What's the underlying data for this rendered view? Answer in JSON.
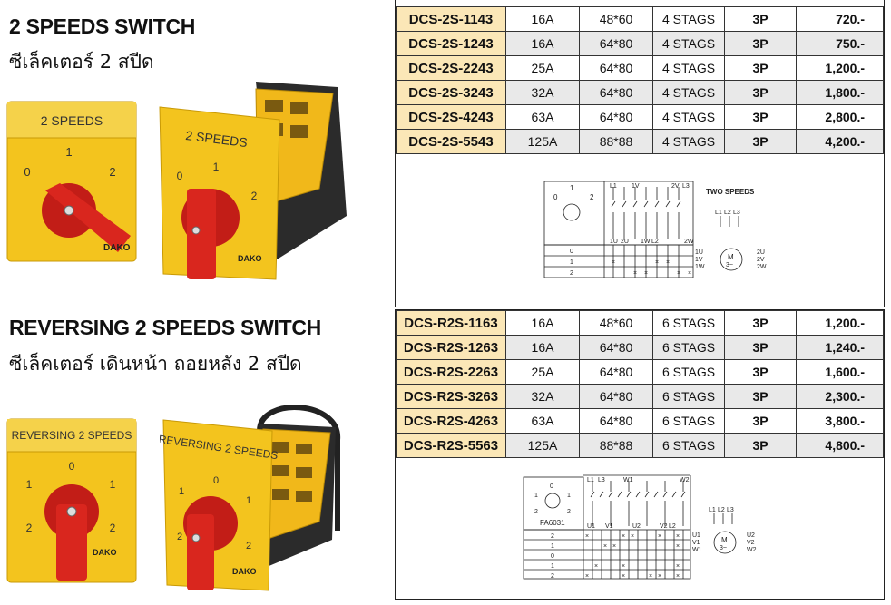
{
  "sections": [
    {
      "title_en": "2 SPEEDS SWITCH",
      "title_th": "ซีเล็คเตอร์ 2 สปีด",
      "products": [
        {
          "label": "2 SPEEDS",
          "positions": [
            "0",
            "1",
            "2"
          ],
          "brand": "DAKO"
        },
        {
          "label": "2 SPEEDS",
          "positions": [
            "0",
            "1",
            "2"
          ],
          "brand": "DAKO"
        }
      ],
      "rows": [
        {
          "model": "DCS-2S-1143",
          "current": "16A",
          "size": "48*60",
          "stages": "4 STAGS",
          "poles": "3P",
          "price": "720.-"
        },
        {
          "model": "DCS-2S-1243",
          "current": "16A",
          "size": "64*80",
          "stages": "4 STAGS",
          "poles": "3P",
          "price": "750.-"
        },
        {
          "model": "DCS-2S-2243",
          "current": "25A",
          "size": "64*80",
          "stages": "4 STAGS",
          "poles": "3P",
          "price": "1,200.-"
        },
        {
          "model": "DCS-2S-3243",
          "current": "32A",
          "size": "64*80",
          "stages": "4 STAGS",
          "poles": "3P",
          "price": "1,800.-"
        },
        {
          "model": "DCS-2S-4243",
          "current": "63A",
          "size": "64*80",
          "stages": "4 STAGS",
          "poles": "3P",
          "price": "2,800.-"
        },
        {
          "model": "DCS-2S-5543",
          "current": "125A",
          "size": "88*88",
          "stages": "4 STAGS",
          "poles": "3P",
          "price": "4,200.-"
        }
      ],
      "diagram": {
        "caption": "TWO SPEEDS",
        "dial_positions": [
          "0",
          "1",
          "2"
        ],
        "top_terminals": [
          "L1",
          "1V",
          "2V",
          "L3"
        ],
        "bottom_terminals": [
          "1U",
          "2U",
          "1W",
          "L2",
          "2W"
        ],
        "lines": [
          "L1",
          "L2",
          "L3"
        ],
        "motor_left": [
          "1U",
          "1V",
          "1W"
        ],
        "motor_right": [
          "2U",
          "2V",
          "2W"
        ],
        "motor_label": "M",
        "motor_sub": "3~",
        "table_rows": [
          "0",
          "1",
          "2"
        ]
      }
    },
    {
      "title_en": "REVERSING 2 SPEEDS SWITCH",
      "title_th": "ซีเล็คเตอร์ เดินหน้า ถอยหลัง 2 สปีด",
      "products": [
        {
          "label": "REVERSING 2 SPEEDS",
          "positions": [
            "0",
            "1",
            "1",
            "2",
            "2"
          ],
          "brand": "DAKO"
        },
        {
          "label": "REVERSING 2 SPEEDS",
          "positions": [
            "0",
            "1",
            "1",
            "2",
            "2"
          ],
          "brand": "DAKO"
        }
      ],
      "rows": [
        {
          "model": "DCS-R2S-1163",
          "current": "16A",
          "size": "48*60",
          "stages": "6 STAGS",
          "poles": "3P",
          "price": "1,200.-"
        },
        {
          "model": "DCS-R2S-1263",
          "current": "16A",
          "size": "64*80",
          "stages": "6 STAGS",
          "poles": "3P",
          "price": "1,240.-"
        },
        {
          "model": "DCS-R2S-2263",
          "current": "25A",
          "size": "64*80",
          "stages": "6 STAGS",
          "poles": "3P",
          "price": "1,600.-"
        },
        {
          "model": "DCS-R2S-3263",
          "current": "32A",
          "size": "64*80",
          "stages": "6 STAGS",
          "poles": "3P",
          "price": "2,300.-"
        },
        {
          "model": "DCS-R2S-4263",
          "current": "63A",
          "size": "64*80",
          "stages": "6 STAGS",
          "poles": "3P",
          "price": "3,800.-"
        },
        {
          "model": "DCS-R2S-5563",
          "current": "125A",
          "size": "88*88",
          "stages": "6 STAGS",
          "poles": "3P",
          "price": "4,800.-"
        }
      ],
      "diagram": {
        "code": "FA6031",
        "dial_positions": [
          "0",
          "1",
          "1",
          "2",
          "2"
        ],
        "top_terminals": [
          "L1",
          "L3",
          "W1",
          "W2"
        ],
        "bottom_terminals": [
          "U1",
          "V1",
          "U2",
          "V2",
          "L2"
        ],
        "lines": [
          "L1",
          "L2",
          "L3"
        ],
        "motor_left": [
          "U1",
          "V1",
          "W1"
        ],
        "motor_right": [
          "U2",
          "V2",
          "W2"
        ],
        "motor_label": "M",
        "motor_sub": "3~",
        "table_rows": [
          "2",
          "1",
          "0",
          "1",
          "2"
        ]
      }
    }
  ]
}
